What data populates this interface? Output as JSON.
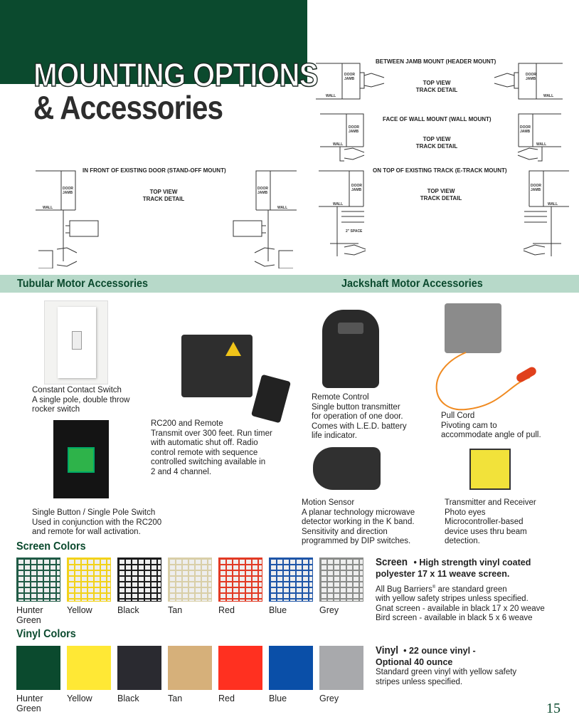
{
  "header": {
    "title_line1": "MOUNTING OPTIONS",
    "title_line2": "& Accessories"
  },
  "diagrams": {
    "header_mount": {
      "title": "BETWEEN JAMB MOUNT (HEADER MOUNT)",
      "sub1": "TOP VIEW",
      "sub2": "TRACK DETAIL",
      "door": "DOOR",
      "jamb": "JAMB",
      "wall": "WALL"
    },
    "wall_mount": {
      "title": "FACE OF WALL MOUNT (WALL MOUNT)",
      "sub1": "TOP VIEW",
      "sub2": "TRACK DETAIL",
      "door": "DOOR",
      "jamb": "JAMB",
      "wall": "WALL"
    },
    "etrack_mount": {
      "title": "ON TOP OF EXISTING TRACK (E-TRACK MOUNT)",
      "sub1": "TOP VIEW",
      "sub2": "TRACK DETAIL",
      "door": "DOOR",
      "jamb": "JAMB",
      "wall": "WALL",
      "space": "2\" SPACE"
    },
    "standoff_mount": {
      "title": "IN FRONT OF EXISTING DOOR (STAND-OFF MOUNT)",
      "sub1": "TOP VIEW",
      "sub2": "TRACK DETAIL",
      "door": "DOOR",
      "jamb": "JAMB",
      "wall": "WALL"
    }
  },
  "sections": {
    "tubular": "Tubular Motor Accessories",
    "jackshaft": "Jackshaft Motor Accessories",
    "screen_colors": "Screen Colors",
    "vinyl_colors": "Vinyl Colors"
  },
  "accessories": [
    {
      "name": "Constant Contact Switch",
      "desc": [
        "A single pole, double throw",
        "rocker switch"
      ]
    },
    {
      "name": "RC200 and Remote",
      "desc": [
        "Transmit over 300 feet. Run timer",
        "with automatic shut off. Radio",
        "control remote with sequence",
        "controlled switching available in",
        "2 and 4 channel."
      ]
    },
    {
      "name": "Single Button / Single Pole Switch",
      "desc": [
        "Used in conjunction with the RC200",
        "and remote for wall activation."
      ]
    },
    {
      "name": "Remote Control",
      "desc": [
        "Single button transmitter",
        "for operation of one door.",
        "Comes with L.E.D. battery",
        "life indicator."
      ]
    },
    {
      "name": "Pull Cord",
      "desc": [
        "Pivoting cam to",
        "accommodate angle of pull."
      ]
    },
    {
      "name": "Motion Sensor",
      "desc": [
        "A planar technology microwave",
        "detector working in the K band.",
        "Sensitivity and direction",
        "programmed by DIP switches."
      ]
    },
    {
      "name": "Transmitter and Receiver",
      "desc": [
        "Photo eyes",
        "Microcontroller-based",
        "device uses thru beam",
        "detection."
      ]
    }
  ],
  "screen_colors": [
    {
      "label": "Hunter Green",
      "color": "#1f5a45"
    },
    {
      "label": "Yellow",
      "color": "#f2d21a"
    },
    {
      "label": "Black",
      "color": "#1a1a1a"
    },
    {
      "label": "Tan",
      "color": "#d9cfa8"
    },
    {
      "label": "Red",
      "color": "#e23a24"
    },
    {
      "label": "Blue",
      "color": "#1f56a8"
    },
    {
      "label": "Grey",
      "color": "#8a8c8a"
    }
  ],
  "vinyl_colors": [
    {
      "label": "Hunter Green",
      "color": "#0b4a2e"
    },
    {
      "label": "Yellow",
      "color": "#ffe835"
    },
    {
      "label": "Black",
      "color": "#2a2a30"
    },
    {
      "label": "Tan",
      "color": "#d6b07a"
    },
    {
      "label": "Red",
      "color": "#ff3020"
    },
    {
      "label": "Blue",
      "color": "#0a4fa8"
    },
    {
      "label": "Grey",
      "color": "#a8a9ac"
    }
  ],
  "screen_info": {
    "heading": "Screen",
    "bullet": "•",
    "bold1": "High strength vinyl coated",
    "bold2": "polyester 17 x 11 weave screen.",
    "line1a": "All Bug Barriers",
    "reg": "®",
    "line1b": " are standard green",
    "line2": "with yellow safety stripes unless specified.",
    "line3": "Gnat screen - available in black 17 x 20 weave",
    "line4": "Bird screen - available in black 5 x 6 weave"
  },
  "vinyl_info": {
    "heading": "Vinyl",
    "bullet": "•",
    "bold1": "22 ounce vinyl -",
    "bold2": "Optional 40 ounce",
    "line1": "Standard green vinyl with yellow safety",
    "line2": "stripes unless specified."
  },
  "page_number": "15"
}
